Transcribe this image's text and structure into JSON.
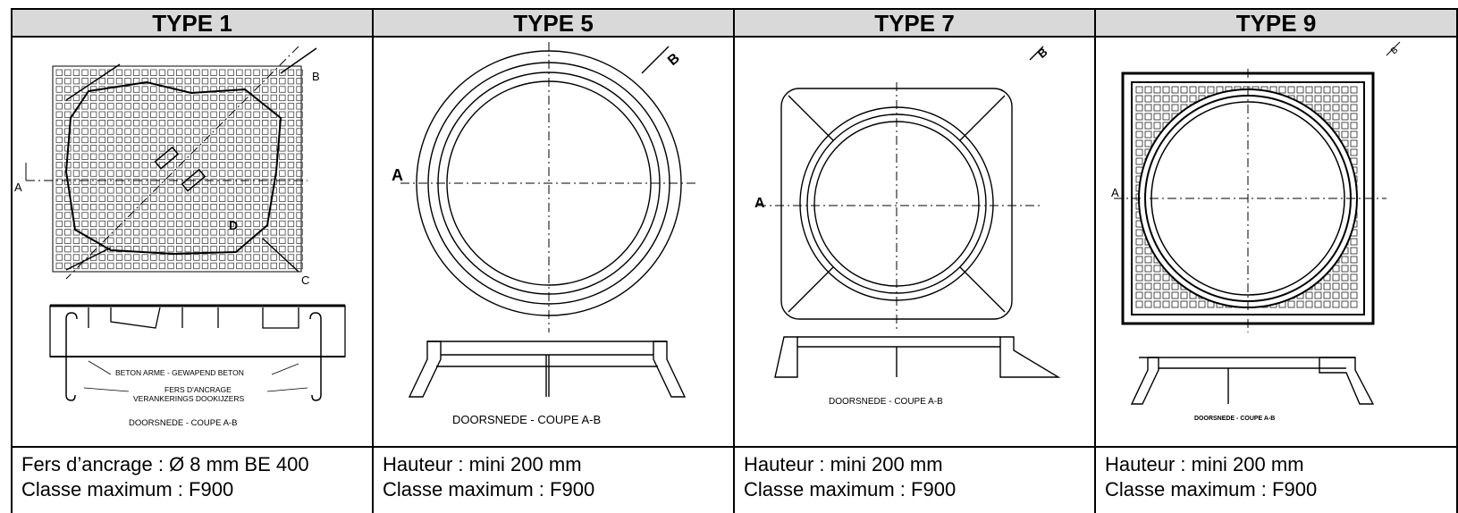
{
  "headers": [
    "TYPE 1",
    "TYPE 5",
    "TYPE 7",
    "TYPE 9"
  ],
  "drawings": {
    "type1": {
      "label_a": "A",
      "label_b": "B",
      "label_c": "C",
      "label_d": "D",
      "note_concrete": "BETON ARME  -  GEWAPEND BETON",
      "note_anchor_1": "FERS D'ANCRAGE",
      "note_anchor_2": "VERANKERINGS  DOOKIJZERS",
      "section_label": "DOORSNEDE - COUPE A-B"
    },
    "type5": {
      "label_a": "A",
      "label_b": "B",
      "section_label": "DOORSNEDE - COUPE A-B"
    },
    "type7": {
      "label_a": "A",
      "label_b": "B",
      "section_label": "DOORSNEDE - COUPE A-B"
    },
    "type9": {
      "label_a": "A",
      "label_b": "B",
      "section_label": "DOORSNEDE - COUPE A-B"
    }
  },
  "footers": [
    {
      "line1": "Fers d’ancrage : Ø 8 mm BE 400",
      "line2": "Classe maximum : F900"
    },
    {
      "line1": "Hauteur : mini 200 mm",
      "line2": "Classe maximum : F900"
    },
    {
      "line1": "Hauteur : mini 200 mm",
      "line2": "Classe maximum : F900"
    },
    {
      "line1": "Hauteur : mini 200 mm",
      "line2": "Classe maximum : F900"
    }
  ]
}
